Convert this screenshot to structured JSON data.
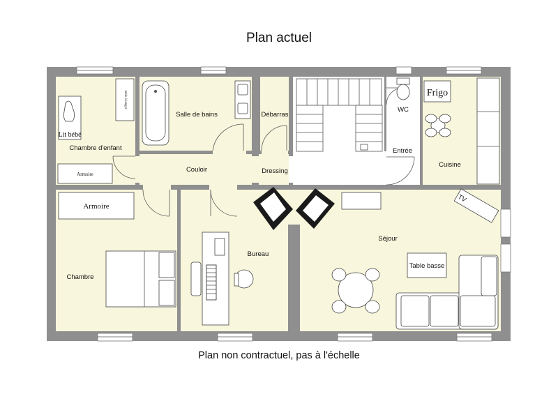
{
  "title": "Plan actuel",
  "footer": "Plan non contractuel, pas à l'échelle",
  "rooms": {
    "chambre_enfant": "Chambre d'enfant",
    "salle_de_bains": "Salle de bains",
    "debarras": "Débarras",
    "wc": "WC",
    "cuisine": "Cuisine",
    "entree": "Entrée",
    "couloir": "Couloir",
    "dressing": "Dressing",
    "chambre": "Chambre",
    "bureau": "Bureau",
    "sejour": "Séjour"
  },
  "furniture": {
    "lit_bebe": "Lit bébé",
    "table_a_langer": "table à langer",
    "armoire_small": "Armoire",
    "armoire": "Armoire",
    "frigo": "Frigo",
    "table_basse": "Table basse",
    "tv": "TV"
  },
  "colors": {
    "floor": "#f8f6dc",
    "wall": "#8f8f8f"
  }
}
